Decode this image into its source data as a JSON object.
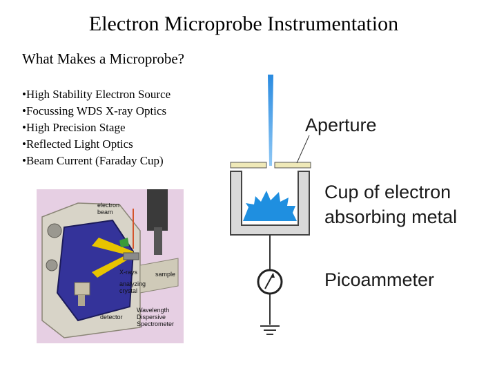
{
  "slide": {
    "title": "Electron Microprobe Instrumentation",
    "subtitle": "What Makes a Microprobe?",
    "bullets": [
      "High Stability Electron Source",
      "Focussing WDS X-ray Optics",
      "High Precision Stage",
      "Reflected Light Optics",
      "Beam Current (Faraday Cup)"
    ]
  },
  "wds_figure": {
    "electron_beam_line1": "electron",
    "electron_beam_line2": "beam",
    "xrays": "X-rays",
    "sample": "sample",
    "analyzing_line1": "analyzing",
    "analyzing_line2": "crystal",
    "detector": "detector",
    "caption_line1": "Wavelength",
    "caption_line2": "Dispersive",
    "caption_line3": "Spectrometer",
    "colors": {
      "background": "#e6cfe3",
      "xray_beam": "#e8c400"
    }
  },
  "faraday_figure": {
    "aperture": "Aperture",
    "cup_line1": "Cup of electron",
    "cup_line2": "absorbing metal",
    "picoammeter": "Picoammeter",
    "colors": {
      "beam": "#2a8be0",
      "aperture_plate": "#efe9b8",
      "cup": "#d9d9d9"
    }
  }
}
